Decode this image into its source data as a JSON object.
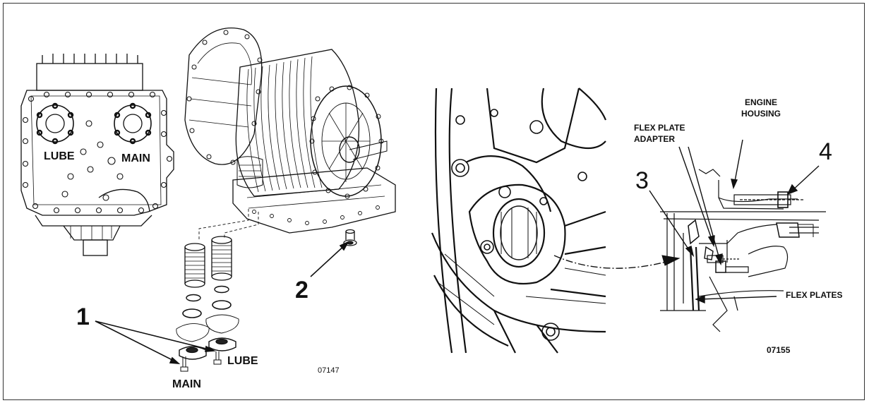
{
  "left_figure": {
    "callout_1": "1",
    "callout_2": "2",
    "label_lube_housing": "LUBE",
    "label_main_housing": "MAIN",
    "label_lube_filter": "LUBE",
    "label_main_filter": "MAIN",
    "figure_number": "07147"
  },
  "right_figure": {
    "callout_3": "3",
    "callout_4": "4",
    "engine_housing": "ENGINE\nHOUSING",
    "flex_plate_adapter": "FLEX PLATE\nADAPTER",
    "flex_plates": "FLEX PLATES",
    "figure_number": "07155"
  }
}
